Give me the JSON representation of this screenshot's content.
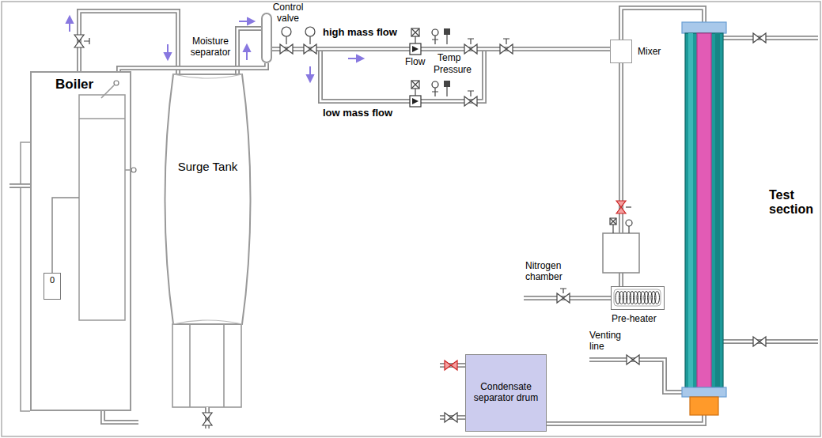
{
  "diagram": {
    "nodes": [
      {
        "text": [
          "Boiler"
        ]
      },
      {
        "text": [
          "0"
        ],
        "in": 0
      },
      {
        "text": [
          "Surge Tank"
        ]
      },
      {
        "text": [
          "Moisture separator"
        ]
      },
      {
        "text": [
          "Mixer"
        ]
      },
      {
        "text": [
          "Pre-heater"
        ]
      },
      {
        "text": [
          "Test section"
        ]
      },
      {
        "text": [
          "Condensate separator drum"
        ]
      }
    ],
    "edges": [
      {
        "from": 0,
        "to": 2,
        "arrow": "none"
      },
      {
        "from": 2,
        "to": 3,
        "arrow": "none"
      },
      {
        "from": 3,
        "to": 0,
        "arrow": "none"
      },
      {
        "from": 3,
        "to": 4,
        "arrow": "none"
      },
      {
        "from": 5,
        "to": 4,
        "arrow": "none"
      },
      {
        "from": 4,
        "to": 6,
        "arrow": "none"
      },
      {
        "from": 6,
        "to": 7,
        "arrow": "none"
      }
    ],
    "labels": [
      "Control valve",
      "high mass flow",
      "Flow",
      "Temp",
      "Pressure",
      "low mass flow",
      "Nitrogen chamber",
      "Venting line"
    ]
  }
}
